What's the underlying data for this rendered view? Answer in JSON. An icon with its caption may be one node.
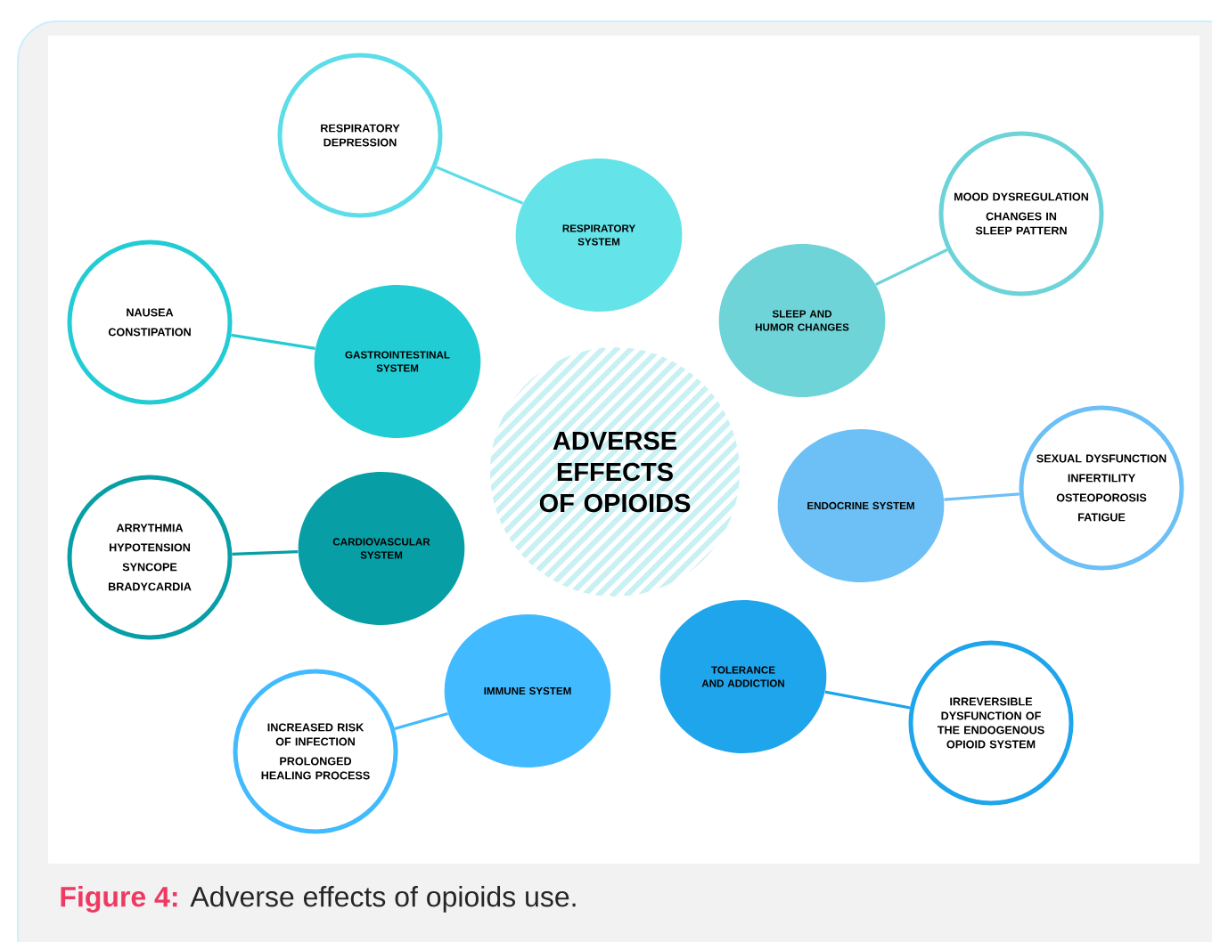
{
  "diagram": {
    "caption": "**Figure 4:** Adverse effects of opioids use.",
    "nodes": [
      {
        "text": [
          "ADVERSE EFFECTS OF OPIOIDS"
        ]
      },
      {
        "text": [
          "RESPIRATORY DEPRESSION"
        ]
      },
      {
        "text": [
          "RESPIRATORY SYSTEM"
        ]
      },
      {
        "text": [
          "MOOD DYSREGULATION",
          "CHANGES IN SLEEP PATTERN"
        ]
      },
      {
        "text": [
          "SLEEP AND HUMOR CHANGES"
        ]
      },
      {
        "text": [
          "NAUSEA",
          "CONSTIPATION"
        ]
      },
      {
        "text": [
          "GASTROINTESTINAL SYSTEM"
        ]
      },
      {
        "text": [
          "SEXUAL DYSFUNCTION",
          "INFERTILITY",
          "OSTEOPOROSIS",
          "FATIGUE"
        ]
      },
      {
        "text": [
          "ENDOCRINE SYSTEM"
        ]
      },
      {
        "text": [
          "ARRYTHMIA",
          "HYPOTENSION",
          "SYNCOPE",
          "BRADYCARDIA"
        ]
      },
      {
        "text": [
          "CARDIOVASCULAR SYSTEM"
        ]
      },
      {
        "text": [
          "IMMUNE SYSTEM"
        ]
      },
      {
        "text": [
          "INCREASED RISK OF INFECTION",
          "PROLONGED HEALING PROCESS"
        ]
      },
      {
        "text": [
          "TOLERANCE AND ADDICTION"
        ]
      },
      {
        "text": [
          "IRREVERSIBLE DYSFUNCTION OF THE ENDOGENOUS OPIOID SYSTEM"
        ]
      }
    ],
    "edges": [
      {
        "from": 1,
        "to": 2,
        "arrow": "none",
        "color": "#5ddde8"
      },
      {
        "from": 3,
        "to": 4,
        "arrow": "none",
        "color": "#6cd3d8"
      },
      {
        "from": 5,
        "to": 6,
        "arrow": "none",
        "color": "#22ccd4"
      },
      {
        "from": 7,
        "to": 8,
        "arrow": "none",
        "color": "#6cc0f5"
      },
      {
        "from": 9,
        "to": 10,
        "arrow": "none",
        "color": "#079fa5"
      },
      {
        "from": 12,
        "to": 11,
        "arrow": "none",
        "color": "#42baff"
      },
      {
        "from": 13,
        "to": 14,
        "arrow": "none",
        "color": "#1ea5ec"
      }
    ]
  }
}
